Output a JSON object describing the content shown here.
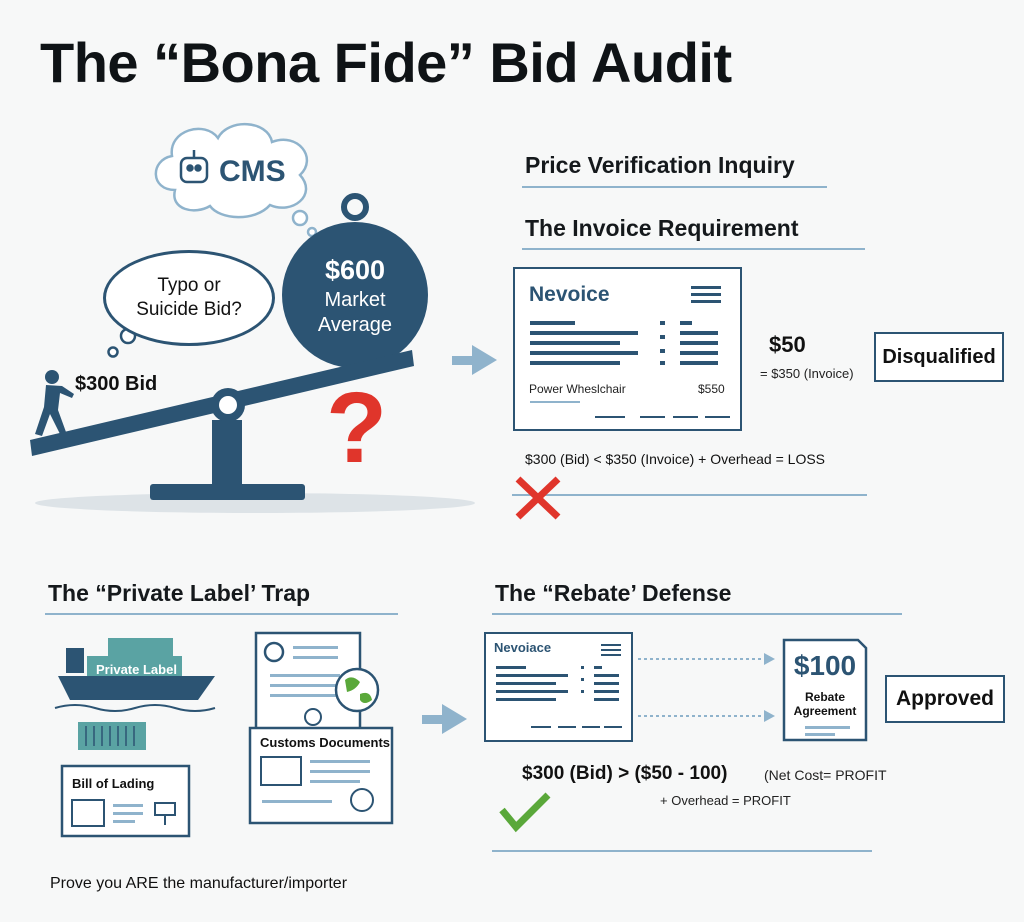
{
  "title": "The “Bona Fide” Bid Audit",
  "colors": {
    "navy": "#2c5473",
    "accent_blue": "#8fb3cc",
    "red": "#e0352b",
    "green": "#5aa83a",
    "teal": "#5aa3a3"
  },
  "scale_panel": {
    "cloud_label": "CMS",
    "thought": "Typo or Suicide Bid?",
    "weight_value": "$600",
    "weight_label": "Market Average",
    "bid_label": "$300 Bid",
    "question_mark": "?"
  },
  "verification": {
    "heading1": "Price Verification Inquiry",
    "heading2": "The Invoice Requirement",
    "invoice_title": "Nevoice",
    "invoice_item": "Power Wheslchair",
    "invoice_price": "$550",
    "cost_value": "$50",
    "cost_note": "= $350 (Invoice)",
    "verdict": "Disqualified",
    "equation": "$300 (Bid) < $350 (Invoice) + Overhead = LOSS"
  },
  "private_label": {
    "heading": "The “Private Label’ Trap",
    "ship_label": "Private Label",
    "customs_label": "Customs Documents",
    "bill_label": "Bill of Lading",
    "footer": "Prove you ARE the manufacturer/importer"
  },
  "rebate": {
    "heading": "The “Rebate’ Defense",
    "invoice_title": "Nevoiace",
    "rebate_value": "$100",
    "rebate_label": "Rebate Agreement",
    "verdict": "Approved",
    "equation_main": "$300 (Bid) > ($50 - 100)",
    "equation_note": "(Net Cost= PROFIT",
    "equation_line2": "+ Overhead = PROFIT"
  }
}
